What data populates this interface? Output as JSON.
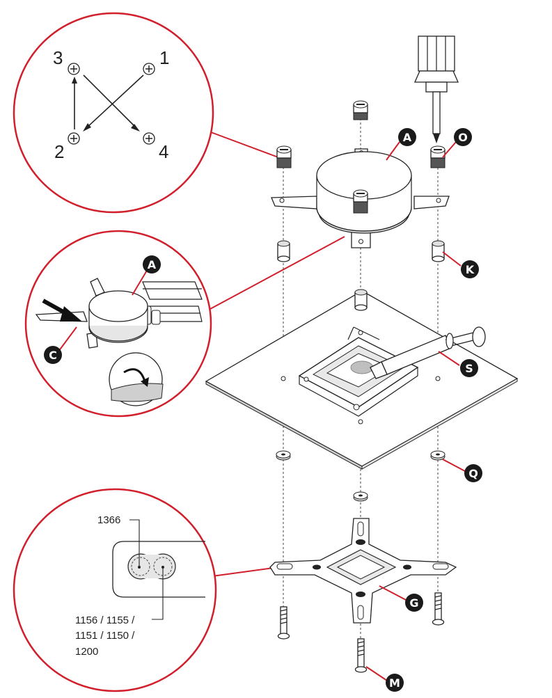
{
  "colors": {
    "accent": "#d11f2b",
    "line": "#222222",
    "shade": "#d9d9d9",
    "label_bg": "#1a1a1a"
  },
  "sequence": [
    "1",
    "2",
    "3",
    "4"
  ],
  "labels": [
    "A",
    "O",
    "K",
    "A",
    "C",
    "S",
    "Q",
    "G",
    "M"
  ],
  "socket_note_top": "1366",
  "socket_note_bottom": [
    "1156 / 1155 /",
    "1151 / 1150 /",
    "1200"
  ]
}
